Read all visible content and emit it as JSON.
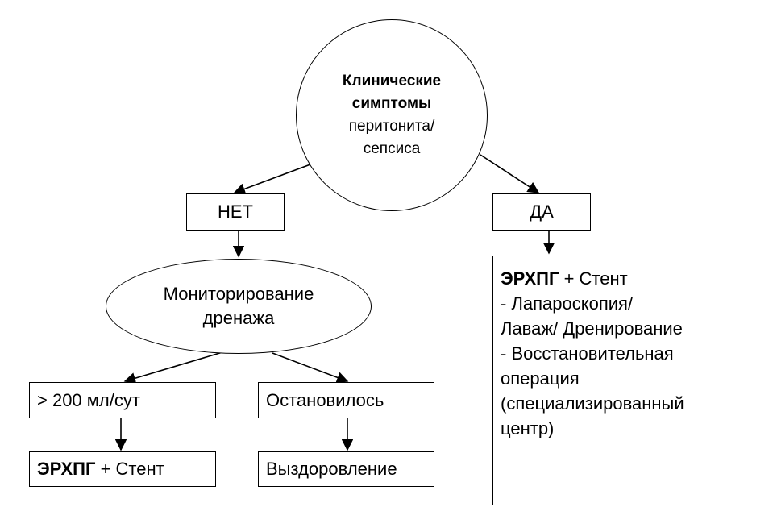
{
  "root": {
    "line1": "Клинические",
    "line2": "симптомы",
    "line3": "перитонита/",
    "line4": "сепсиса"
  },
  "no_branch": {
    "label": "НЕТ",
    "monitor": {
      "line1": "Мониторирование",
      "line2": "дренажа"
    },
    "high_output": {
      "label": "> 200 мл/сут",
      "result_bold": "ЭРХПГ",
      "result_rest": " + Стент"
    },
    "stopped": {
      "label": "Остановилось",
      "result": "Выздоровление"
    }
  },
  "yes_branch": {
    "label": "ДА",
    "treatment": {
      "bold": "ЭРХПГ",
      "rest": " + Стент",
      "lines": [
        "- Лапароскопия/",
        "Лаваж/ Дренирование",
        "- Восстановительная",
        "операция",
        "(специализированный",
        "центр)"
      ]
    }
  }
}
